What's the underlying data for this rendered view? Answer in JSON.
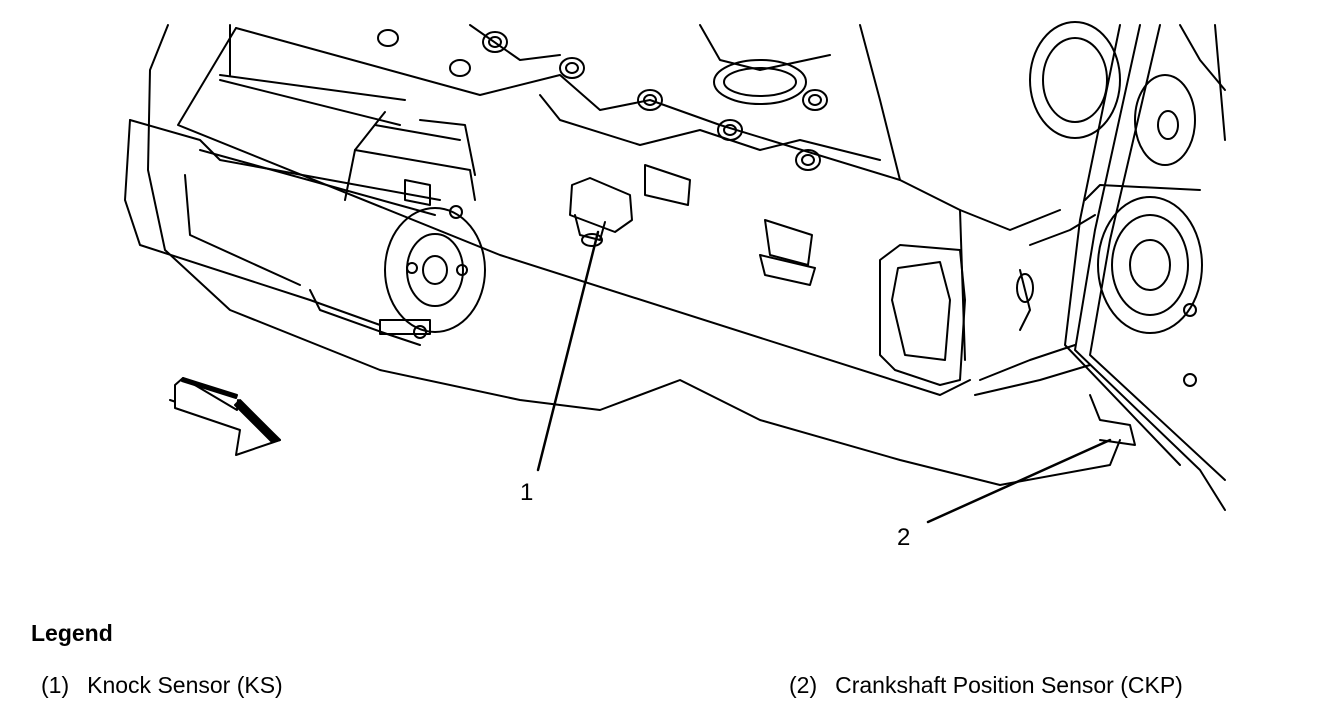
{
  "diagram": {
    "callouts": [
      {
        "number": "1"
      },
      {
        "number": "2"
      }
    ],
    "orientation_icon": "front-direction-arrow-icon"
  },
  "legend": {
    "title": "Legend",
    "items": [
      {
        "number": "(1)",
        "label": "Knock Sensor (KS)"
      },
      {
        "number": "(2)",
        "label": "Crankshaft Position Sensor (CKP)"
      }
    ]
  },
  "colors": {
    "ink": "#000000",
    "paper": "#ffffff"
  }
}
